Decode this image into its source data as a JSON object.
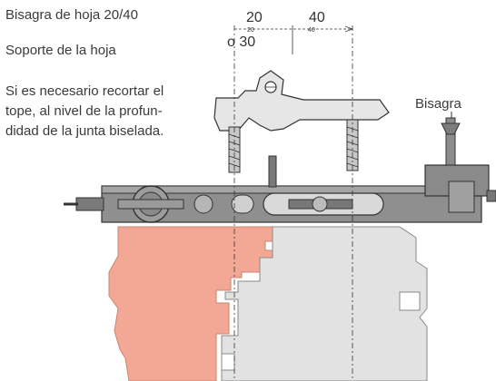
{
  "labels": {
    "title": "Bisagra de hoja  20/40",
    "support": "Soporte de la hoja",
    "note_lines": [
      "Si es necesario recortar el",
      "tope, al nivel de la profun-",
      "didad de la junta biselada."
    ],
    "hinge": "Bisagra"
  },
  "dimensions": {
    "d20": "20",
    "d40": "40",
    "o30": "o 30",
    "small20": "20",
    "small40": "40"
  },
  "colors": {
    "frame_pink": "#f2a894",
    "frame_gray": "#e0e0e0",
    "jig_gray": "#8c8c8c",
    "outline": "#333333"
  }
}
